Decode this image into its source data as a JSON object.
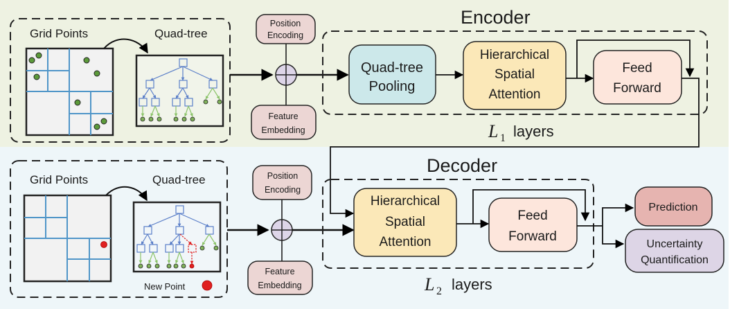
{
  "encoder": {
    "title": "Encoder",
    "input_panel": {
      "grid_label": "Grid Points",
      "tree_label": "Quad-tree"
    },
    "position_encoding": [
      "Position",
      "Encoding"
    ],
    "feature_embedding": [
      "Feature",
      "Embedding"
    ],
    "blocks": {
      "pooling": [
        "Quad-tree",
        "Pooling"
      ],
      "attention": [
        "Hierarchical",
        "Spatial",
        "Attention"
      ],
      "feed_forward": [
        "Feed",
        "Forward"
      ]
    },
    "layers_symbol": "L",
    "layers_subscript": "1",
    "layers_label": "layers"
  },
  "decoder": {
    "title": "Decoder",
    "input_panel": {
      "grid_label": "Grid Points",
      "tree_label": "Quad-tree",
      "new_point_label": "New Point"
    },
    "position_encoding": [
      "Position",
      "Encoding"
    ],
    "feature_embedding": [
      "Feature",
      "Embedding"
    ],
    "blocks": {
      "attention": [
        "Hierarchical",
        "Spatial",
        "Attention"
      ],
      "feed_forward": [
        "Feed",
        "Forward"
      ]
    },
    "layers_symbol": "L",
    "layers_subscript": "2",
    "layers_label": "layers"
  },
  "outputs": {
    "prediction": "Prediction",
    "uncertainty": [
      "Uncertainty",
      "Quantification"
    ]
  },
  "colors": {
    "encoder_bg": "#eef2e2",
    "decoder_bg": "#eef6f9",
    "pooling_fill": "#cce8ea",
    "attention_fill": "#fbe8b8",
    "feed_forward_fill": "#fde6dc",
    "embed_fill": "#ecd6d4",
    "sum_fill": "#ddd5e8",
    "prediction_fill": "#e6b4b0",
    "uncertainty_fill": "#ddd5e6",
    "grid_line": "#4f95c8",
    "tree_node": "#5b7fc8",
    "leaf_green": "#6a9a3a",
    "point_green": "#5c9a3a",
    "new_point_red": "#e02020"
  }
}
